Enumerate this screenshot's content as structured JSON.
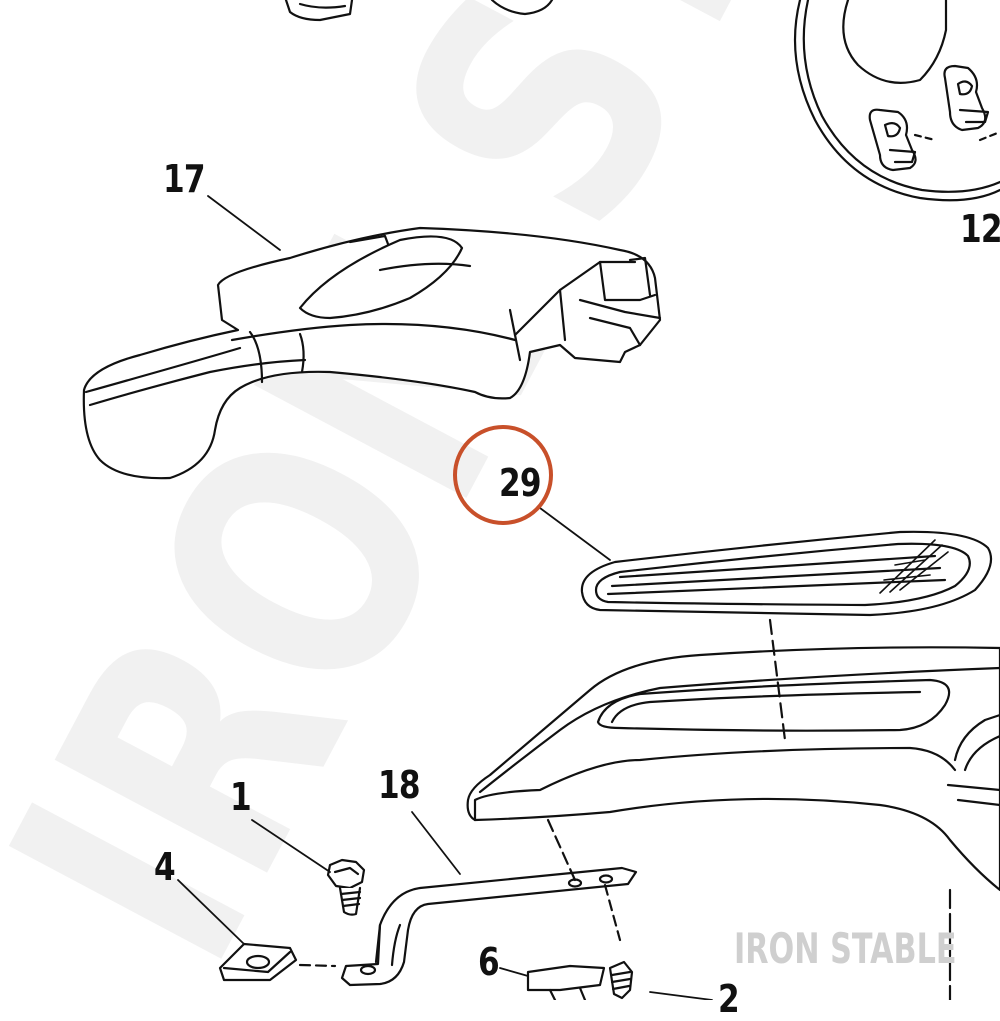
{
  "callouts": {
    "c17": "17",
    "c29": "29",
    "c12": "12",
    "c1": "1",
    "c18": "18",
    "c4": "4",
    "c6": "6",
    "c2": "2"
  },
  "watermark": {
    "label": "IRON STABLE",
    "large_text": "IRON ST"
  },
  "highlight_color": "#c8502a",
  "highlighted_callout": "29",
  "icons": [
    "cover-part-17",
    "emblem-part-29",
    "disc-part-12",
    "bolt-part-1",
    "bracket-part-18",
    "nut-part-4",
    "clip-part-6",
    "screw-part-2",
    "housing-part"
  ]
}
